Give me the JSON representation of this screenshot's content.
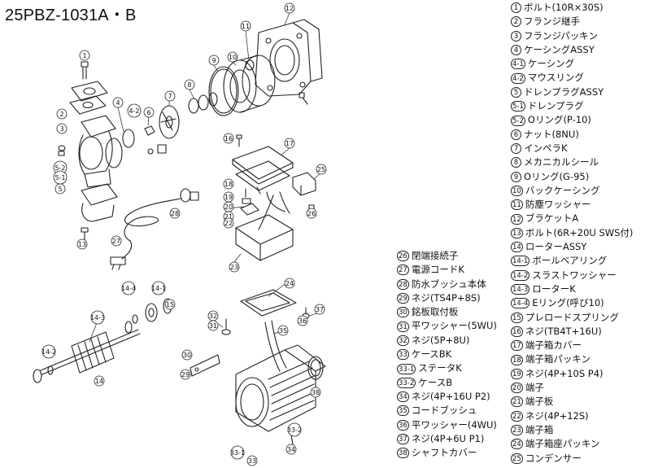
{
  "title": "25PBZ-1031A・B",
  "parts_right": [
    {
      "no": "1",
      "name": "ボルト(10R×30S)"
    },
    {
      "no": "2",
      "name": "フランジ継手"
    },
    {
      "no": "3",
      "name": "フランジパッキン"
    },
    {
      "no": "4",
      "name": "ケーシングASSY"
    },
    {
      "no": "4-1",
      "name": "ケーシング"
    },
    {
      "no": "4-2",
      "name": "マウスリング"
    },
    {
      "no": "5",
      "name": "ドレンプラグASSY"
    },
    {
      "no": "5-1",
      "name": "ドレンプラグ"
    },
    {
      "no": "5-2",
      "name": "Oリング(P-10)"
    },
    {
      "no": "6",
      "name": "ナット(8NU)"
    },
    {
      "no": "7",
      "name": "インペラK"
    },
    {
      "no": "8",
      "name": "メカニカルシール"
    },
    {
      "no": "9",
      "name": "Oリング(G-95)"
    },
    {
      "no": "10",
      "name": "バックケーシング"
    },
    {
      "no": "11",
      "name": "防塵ワッシャー"
    },
    {
      "no": "12",
      "name": "ブラケットA"
    },
    {
      "no": "13",
      "name": "ボルト(6R+20U SWS付)"
    },
    {
      "no": "14",
      "name": "ローターASSY"
    },
    {
      "no": "14-1",
      "name": "ボールベアリング"
    },
    {
      "no": "14-2",
      "name": "スラストワッシャー"
    },
    {
      "no": "14-3",
      "name": "ローターK"
    },
    {
      "no": "14-4",
      "name": "Eリング(呼び10)"
    },
    {
      "no": "15",
      "name": "プレロードスプリング"
    },
    {
      "no": "16",
      "name": "ネジ(TB4T+16U)"
    },
    {
      "no": "17",
      "name": "端子箱カバー"
    },
    {
      "no": "18",
      "name": "端子箱パッキン"
    },
    {
      "no": "19",
      "name": "ネジ(4P+10S P4)"
    },
    {
      "no": "20",
      "name": "端子"
    },
    {
      "no": "21",
      "name": "端子板"
    },
    {
      "no": "22",
      "name": "ネジ(4P+12S)"
    },
    {
      "no": "23",
      "name": "端子箱"
    },
    {
      "no": "24",
      "name": "端子箱座パッキン"
    },
    {
      "no": "25",
      "name": "コンデンサー"
    }
  ],
  "parts_left": [
    {
      "no": "26",
      "name": "閉端接続子"
    },
    {
      "no": "27",
      "name": "電源コードK"
    },
    {
      "no": "28",
      "name": "防水ブッシュ本体"
    },
    {
      "no": "29",
      "name": "ネジ(TS4P+8S)"
    },
    {
      "no": "30",
      "name": "銘板取付板"
    },
    {
      "no": "31",
      "name": "平ワッシャー(5WU)"
    },
    {
      "no": "32",
      "name": "ネジ(5P+8U)"
    },
    {
      "no": "33",
      "name": "ケースBK"
    },
    {
      "no": "33-1",
      "name": "ステータK"
    },
    {
      "no": "33-2",
      "name": "ケースB"
    },
    {
      "no": "34",
      "name": "ネジ(4P+16U P2)"
    },
    {
      "no": "35",
      "name": "コードブッシュ"
    },
    {
      "no": "36",
      "name": "平ワッシャー(4WU)"
    },
    {
      "no": "37",
      "name": "ネジ(4P+6U P1)"
    },
    {
      "no": "38",
      "name": "シャフトカバー"
    }
  ],
  "callouts": [
    {
      "no": "12"
    },
    {
      "no": "11"
    },
    {
      "no": "10"
    },
    {
      "no": "9"
    },
    {
      "no": "8"
    },
    {
      "no": "7"
    },
    {
      "no": "6"
    },
    {
      "no": "4"
    },
    {
      "no": "4-2"
    },
    {
      "no": "1"
    },
    {
      "no": "2"
    },
    {
      "no": "3"
    },
    {
      "no": "5-2"
    },
    {
      "no": "5-1"
    },
    {
      "no": "5"
    },
    {
      "no": "13"
    },
    {
      "no": "16"
    },
    {
      "no": "17"
    },
    {
      "no": "18"
    },
    {
      "no": "25"
    },
    {
      "no": "26"
    },
    {
      "no": "28"
    },
    {
      "no": "27"
    },
    {
      "no": "19"
    },
    {
      "no": "20"
    },
    {
      "no": "21"
    },
    {
      "no": "22"
    },
    {
      "no": "23"
    },
    {
      "no": "24"
    },
    {
      "no": "14-4"
    },
    {
      "no": "14-1"
    },
    {
      "no": "14-3"
    },
    {
      "no": "14-2"
    },
    {
      "no": "14"
    },
    {
      "no": "15"
    },
    {
      "no": "32"
    },
    {
      "no": "31"
    },
    {
      "no": "30"
    },
    {
      "no": "29"
    },
    {
      "no": "35"
    },
    {
      "no": "37"
    },
    {
      "no": "36"
    },
    {
      "no": "33-1"
    },
    {
      "no": "33"
    },
    {
      "no": "33-2"
    },
    {
      "no": "34"
    },
    {
      "no": "38"
    }
  ]
}
